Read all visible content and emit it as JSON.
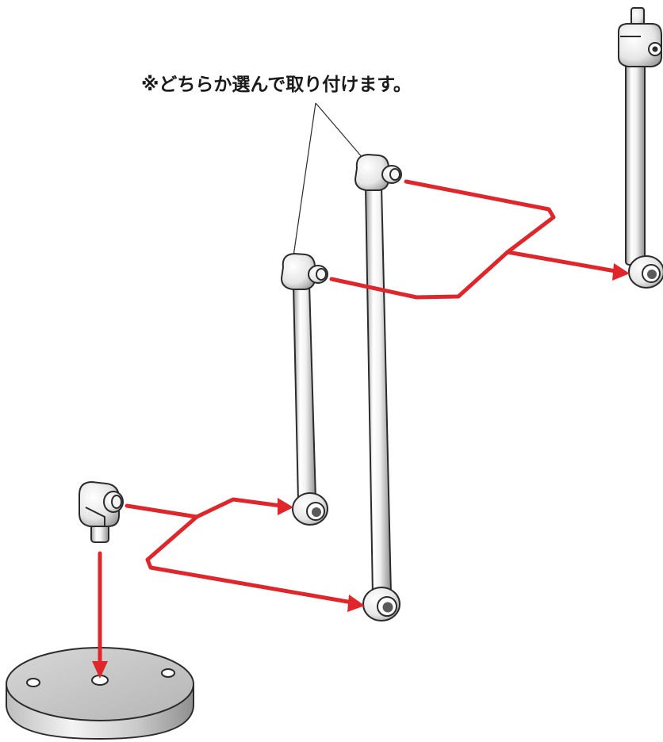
{
  "caption": "※どちらか選んで取り付けます。",
  "colors": {
    "arrow": "#e0262b",
    "part_outline": "#2b2b2b",
    "part_fill_light": "#ffffff",
    "part_fill_shade": "#a9a9a9",
    "background": "#ffffff"
  },
  "parts": [
    "base-stand",
    "connector-joint",
    "short-arm",
    "long-arm",
    "top-arm"
  ]
}
